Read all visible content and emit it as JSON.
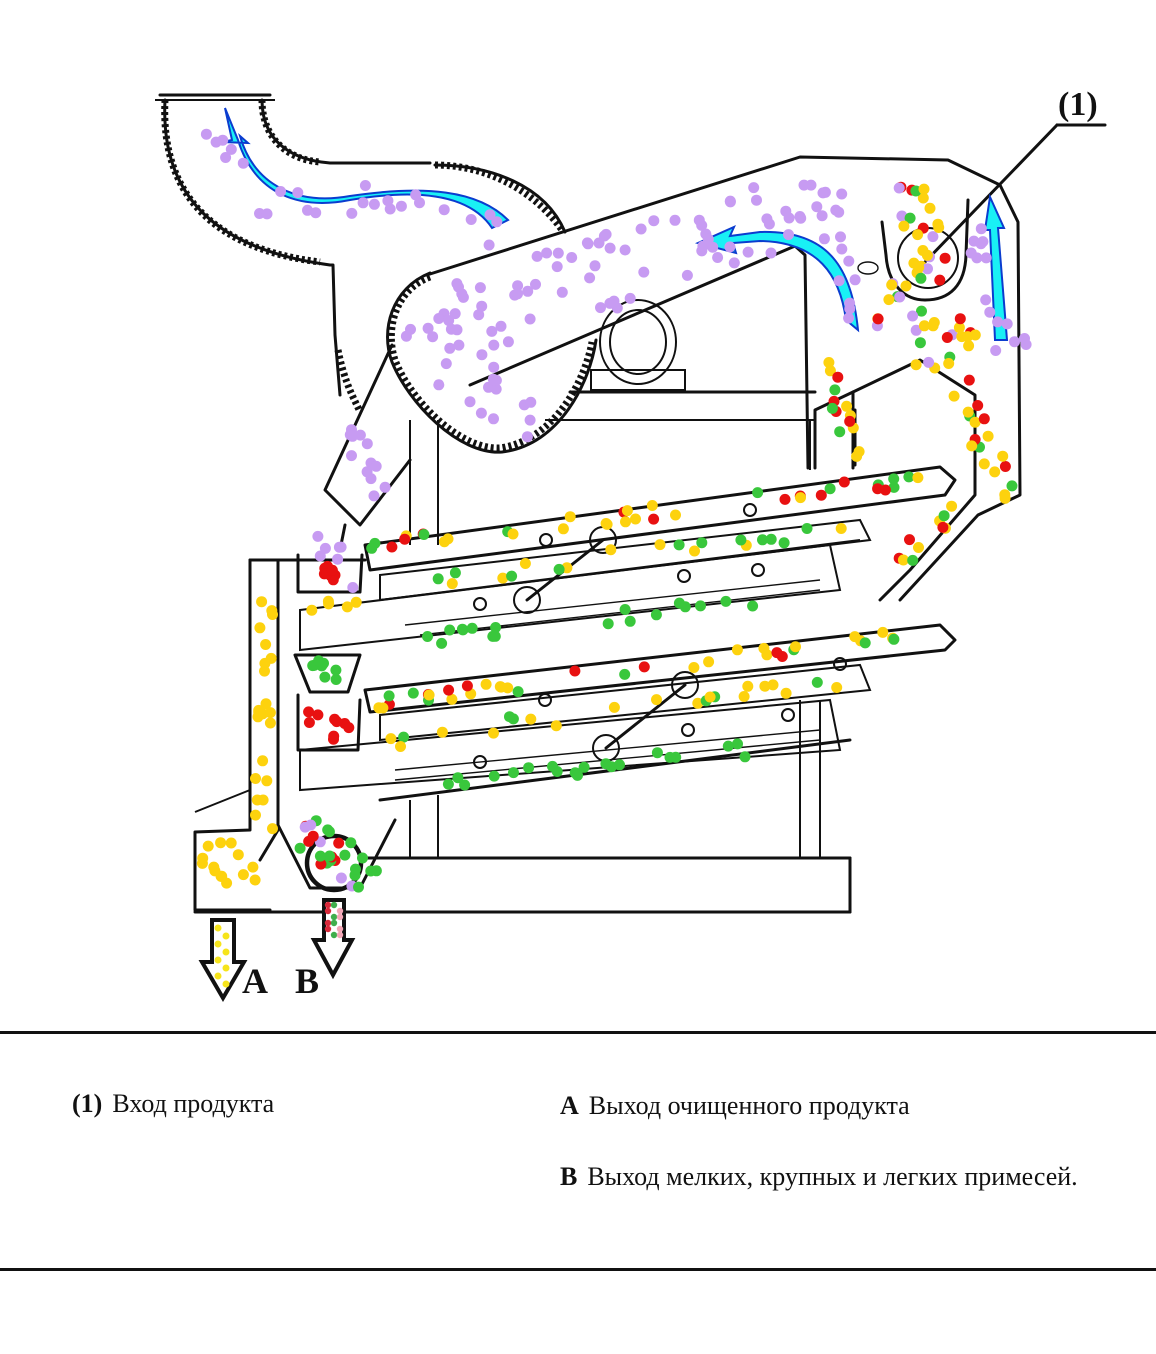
{
  "diagram": {
    "title": "Air-sieve grain separator product flow",
    "callout_label": "(1)",
    "outlet_a_label": "A",
    "outlet_b_label": "B",
    "particle_colors": {
      "light_impurities": "#c79bf2",
      "clean_product": "#fdd20e",
      "large_impurities": "#e81111",
      "small_impurities": "#39c73c"
    },
    "airflow_color": "#19f0f5",
    "particle_groups": [
      {
        "region": "exhaust-duct",
        "kind": "light_impurities"
      },
      {
        "region": "upper-air-channel",
        "kind": "light_impurities"
      },
      {
        "region": "inlet-hopper",
        "kind": "mixed"
      },
      {
        "region": "aspiration-channel",
        "kind": "mixed"
      },
      {
        "region": "upper-sieve",
        "kind": "mixed"
      },
      {
        "region": "lower-sieve",
        "kind": "mixed"
      },
      {
        "region": "clean-product-channel",
        "kind": "clean_product"
      },
      {
        "region": "waste-collector",
        "kind": "mixed"
      }
    ]
  },
  "legend": {
    "items": [
      {
        "key": "(1)",
        "text": "Вход продукта"
      },
      {
        "key": "A",
        "text": "Выход очищенного продукта"
      },
      {
        "key": "B",
        "text": "Выход мелких, крупных и легких примесей."
      }
    ]
  }
}
